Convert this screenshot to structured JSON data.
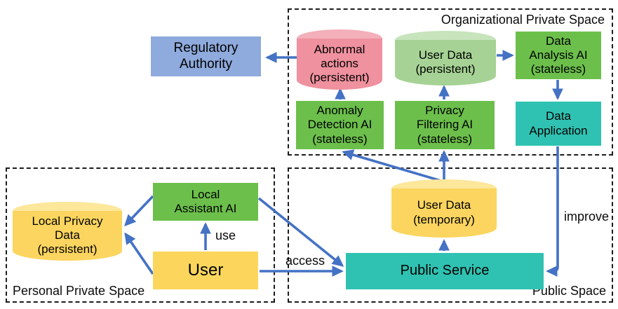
{
  "regions": {
    "organizational": {
      "label": "Organizational Private Space"
    },
    "personal": {
      "label": "Personal Private Space"
    },
    "public": {
      "label": "Public Space"
    }
  },
  "nodes": {
    "regulatory_authority": {
      "label": "Regulatory\nAuthority",
      "shape": "box",
      "color": "#8FAADC"
    },
    "abnormal_actions": {
      "label": "Abnormal\nactions\n(persistent)",
      "shape": "cylinder",
      "color": "#EF919E"
    },
    "user_data_persistent": {
      "label": "User Data\n(persistent)",
      "shape": "cylinder",
      "color": "#A6D395"
    },
    "data_analysis_ai": {
      "label": "Data\nAnalysis AI\n(stateless)",
      "shape": "box",
      "color": "#6CBF4B"
    },
    "anomaly_detection_ai": {
      "label": "Anomaly\nDetection AI\n(stateless)",
      "shape": "box",
      "color": "#6CBF4B"
    },
    "privacy_filtering_ai": {
      "label": "Privacy\nFiltering AI\n(stateless)",
      "shape": "box",
      "color": "#6CBF4B"
    },
    "data_application": {
      "label": "Data\nApplication",
      "shape": "box",
      "color": "#2FC2B2"
    },
    "local_privacy_data": {
      "label": "Local Privacy\nData\n(persistent)",
      "shape": "cylinder",
      "color": "#FBD55F"
    },
    "local_assistant_ai": {
      "label": "Local\nAssistant AI",
      "shape": "box",
      "color": "#6CBF4B"
    },
    "user": {
      "label": "User",
      "shape": "box",
      "color": "#FCD65C"
    },
    "user_data_temporary": {
      "label": "User Data\n(temporary)",
      "shape": "cylinder",
      "color": "#FBD55F"
    },
    "public_service": {
      "label": "Public Service",
      "shape": "box",
      "color": "#2FC2B2"
    }
  },
  "edges": [
    {
      "from": "abnormal_actions",
      "to": "regulatory_authority",
      "label": ""
    },
    {
      "from": "anomaly_detection_ai",
      "to": "abnormal_actions",
      "label": ""
    },
    {
      "from": "privacy_filtering_ai",
      "to": "user_data_persistent",
      "label": ""
    },
    {
      "from": "user_data_persistent",
      "to": "data_analysis_ai",
      "label": ""
    },
    {
      "from": "data_analysis_ai",
      "to": "data_application",
      "label": ""
    },
    {
      "from": "data_application",
      "to": "public_service",
      "label": "improve"
    },
    {
      "from": "user_data_temporary",
      "to": "privacy_filtering_ai",
      "label": ""
    },
    {
      "from": "user_data_temporary",
      "to": "anomaly_detection_ai",
      "label": ""
    },
    {
      "from": "public_service",
      "to": "user_data_temporary",
      "label": ""
    },
    {
      "from": "user",
      "to": "public_service",
      "label": "access"
    },
    {
      "from": "user",
      "to": "local_assistant_ai",
      "label": "use"
    },
    {
      "from": "local_assistant_ai",
      "to": "local_privacy_data",
      "label": ""
    },
    {
      "from": "user",
      "to": "local_privacy_data",
      "label": ""
    },
    {
      "from": "local_assistant_ai",
      "to": "public_service",
      "label": ""
    }
  ],
  "edge_labels": {
    "use": "use",
    "access": "access",
    "improve": "improve"
  },
  "colors": {
    "arrow": "#4472C4",
    "region_border": "#1c1c1c",
    "text": "#000000"
  }
}
